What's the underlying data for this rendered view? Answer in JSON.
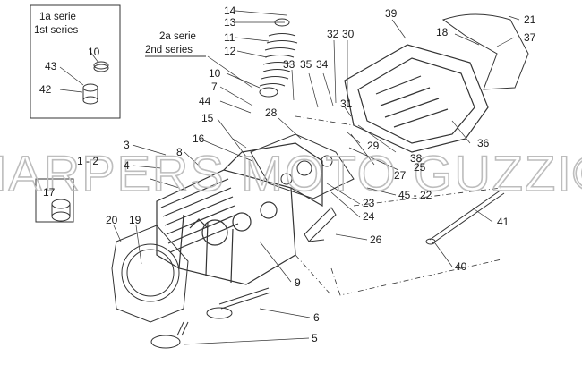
{
  "inset": {
    "serie1_it": "1a serie",
    "serie1_en": "1st series",
    "serie2_it": "2a serie",
    "serie2_en": "2nd series"
  },
  "watermark": "HARPERS MOTO GUZZI©",
  "callouts": {
    "c1_2": "1 - 2",
    "c3": "3",
    "c4": "4",
    "c5": "5",
    "c6": "6",
    "c7": "7",
    "c8": "8",
    "c9": "9",
    "c10a": "10",
    "c10b": "10",
    "c11": "11",
    "c12": "12",
    "c13": "13",
    "c14": "14",
    "c15": "15",
    "c16": "16",
    "c17": "17",
    "c18": "18",
    "c19": "19",
    "c20": "20",
    "c21": "21",
    "c23": "23",
    "c24": "24",
    "c25": "25",
    "c26": "26",
    "c27": "27",
    "c28": "28",
    "c29": "29",
    "c30": "30",
    "c31": "31",
    "c32": "32",
    "c33": "33",
    "c34": "34",
    "c35": "35",
    "c36": "36",
    "c37": "37",
    "c38": "38",
    "c39": "39",
    "c40": "40",
    "c41": "41",
    "c42": "42",
    "c43": "43",
    "c44": "44",
    "c45_22": "45 - 22"
  },
  "colors": {
    "line": "#333333",
    "text": "#1a1a1a",
    "watermark": "#bdbdbd"
  }
}
